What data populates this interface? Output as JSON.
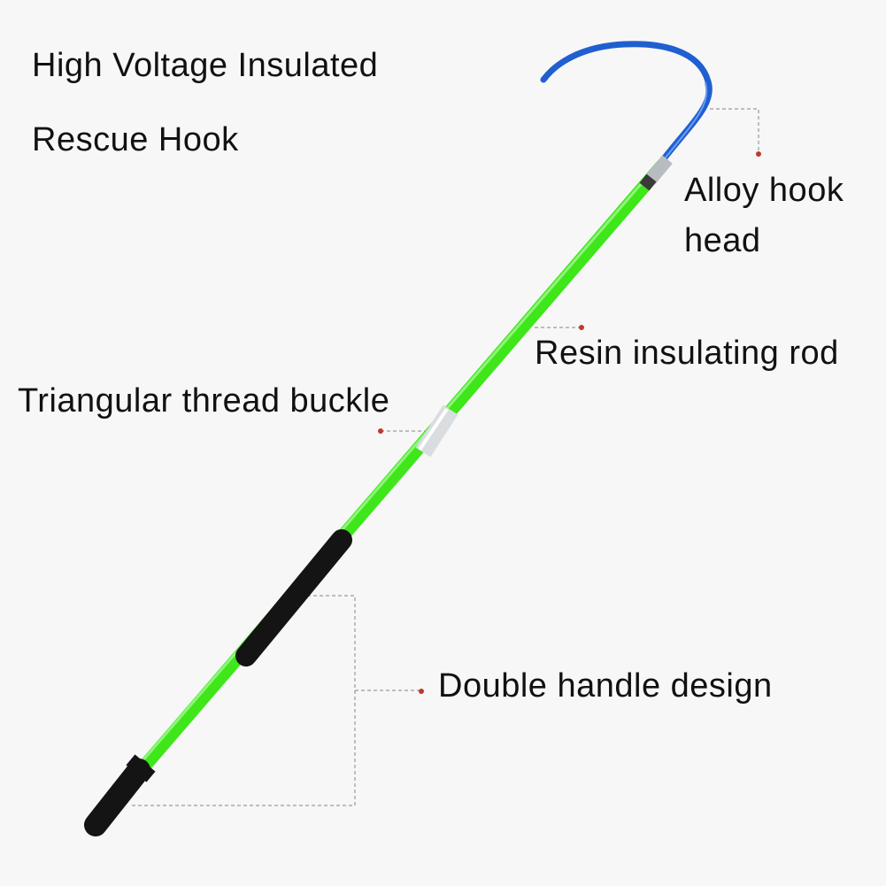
{
  "title": {
    "line1": "High Voltage Insulated",
    "line2": "Rescue Hook"
  },
  "callouts": {
    "alloy_hook_head": {
      "line1": "Alloy hook",
      "line2": "head"
    },
    "resin_insulating_rod": "Resin insulating rod",
    "triangular_thread_buckle": "Triangular thread buckle",
    "double_handle_design": "Double handle design"
  },
  "colors": {
    "background": "#f7f7f7",
    "rod_green": "#3ee61a",
    "hook_blue": "#1f5fd0",
    "handle_black": "#141414",
    "buckle_silver": "#d9dde0",
    "callout_line": "#9a9a9a",
    "callout_dot": "#c0392b"
  }
}
